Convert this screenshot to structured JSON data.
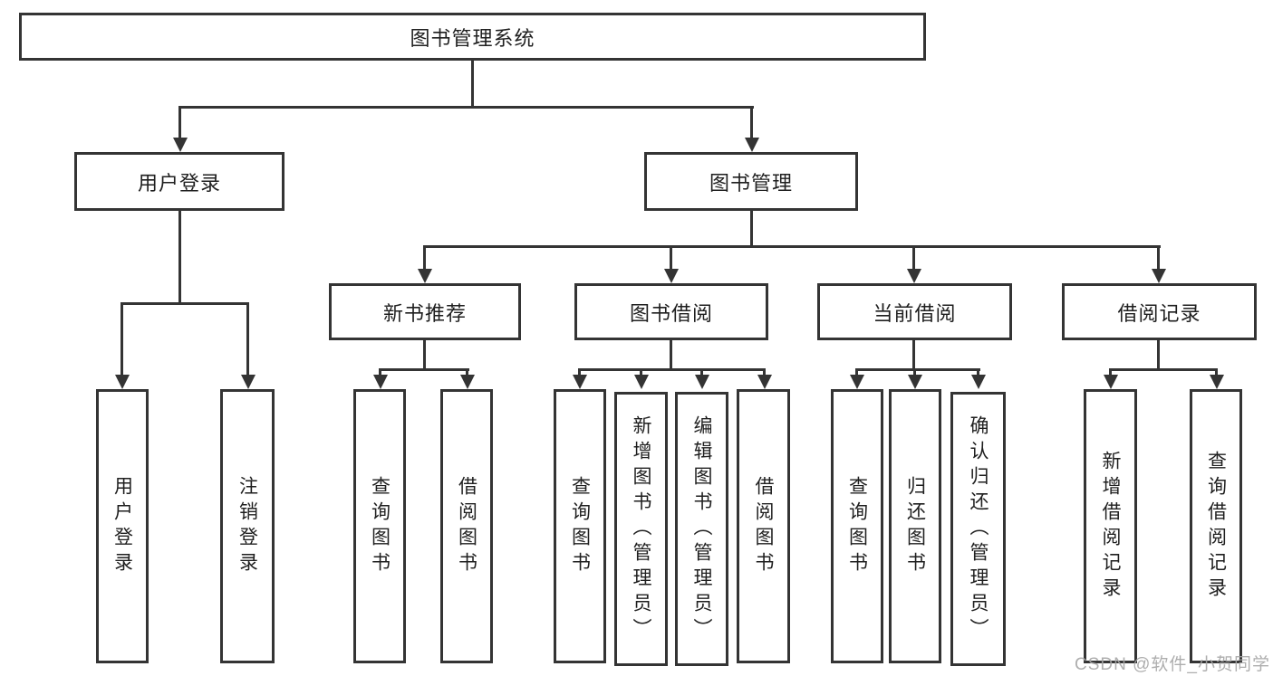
{
  "diagram_title": "图书管理系统",
  "tree": {
    "label": "图书管理系统",
    "children": [
      {
        "label": "用户登录",
        "children": [
          {
            "label": "用户登录"
          },
          {
            "label": "注销登录"
          }
        ]
      },
      {
        "label": "图书管理",
        "children": [
          {
            "label": "新书推荐",
            "children": [
              {
                "label": "查询图书"
              },
              {
                "label": "借阅图书"
              }
            ]
          },
          {
            "label": "图书借阅",
            "children": [
              {
                "label": "查询图书"
              },
              {
                "label": "新增图书（管理员）"
              },
              {
                "label": "编辑图书（管理员）"
              },
              {
                "label": "借阅图书"
              }
            ]
          },
          {
            "label": "当前借阅",
            "children": [
              {
                "label": "查询图书"
              },
              {
                "label": "归还图书"
              },
              {
                "label": "确认归还（管理员）"
              }
            ]
          },
          {
            "label": "借阅记录",
            "children": [
              {
                "label": "新增借阅记录"
              },
              {
                "label": "查询借阅记录"
              }
            ]
          }
        ]
      }
    ]
  },
  "watermark": "CSDN @软件_小贺同学",
  "colors": {
    "line": "#343434",
    "text": "#1f1f1f",
    "watermark": "#a5a5a5",
    "background": "#ffffff"
  }
}
